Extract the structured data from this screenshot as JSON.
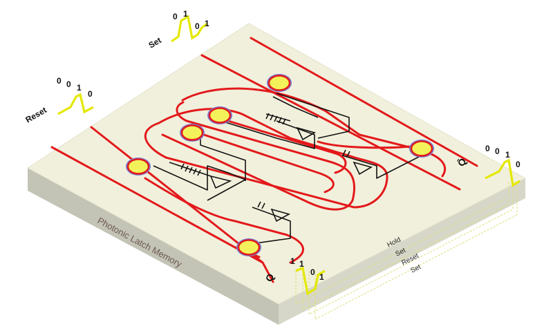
{
  "board": {
    "title": "Photonic Latch Memory",
    "top_color": "#f1f0dc",
    "side_color": "#d7d7c9",
    "front_color": "#c3c3b6"
  },
  "colors": {
    "waveguide": "#e3191b",
    "circuit": "#111111",
    "signal": "#e4e800",
    "ring_fill": "#f3f25a",
    "ring_outline": "#7b7bd2"
  },
  "inputs": {
    "set": {
      "label": "Set",
      "bits": [
        "0",
        "1",
        "0",
        "1"
      ]
    },
    "reset": {
      "label": "Reset",
      "bits": [
        "0",
        "0",
        "1",
        "0"
      ]
    }
  },
  "outputs": {
    "q": {
      "label": "Q",
      "bits": [
        "1",
        "1",
        "0",
        "1"
      ]
    },
    "q_bar": {
      "label": "Q̄",
      "bits": [
        "0",
        "0",
        "1",
        "0"
      ]
    }
  },
  "timeline": {
    "labels": [
      "Hold",
      "Set",
      "Reset",
      "Set"
    ]
  }
}
